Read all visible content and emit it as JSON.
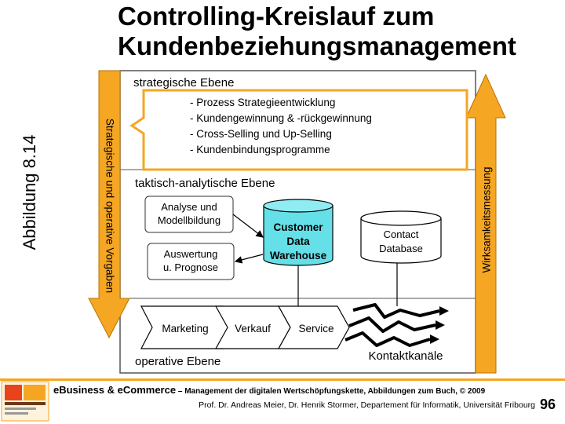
{
  "title": "Controlling-Kreislauf zum Kundenbeziehungsmanagement",
  "title_lines": [
    "Controlling-Kreislauf zum",
    "Kundenbeziehungsmanagement"
  ],
  "side_label": "Abbildung 8.14",
  "diagram": {
    "left_bar_label": "Strategische und operative Vorgaben",
    "right_bar_label": "Wirksamkeitsmessung",
    "levels": {
      "strategic": "strategische Ebene",
      "tactical": "taktisch-analytische Ebene",
      "operative": "operative Ebene"
    },
    "strategic_items": [
      "- Prozess Strategieentwicklung",
      "- Kundengewinnung & -rückgewinnung",
      "- Cross-Selling und Up-Selling",
      "- Kundenbindungsprogramme"
    ],
    "analysis_box": [
      "Analyse und",
      "Modellbildung"
    ],
    "evaluation_box": [
      "Auswertung",
      "u. Prognose"
    ],
    "warehouse": [
      "Customer",
      "Data",
      "Warehouse"
    ],
    "contact_db": [
      "Contact",
      "Database"
    ],
    "channels": [
      "Marketing",
      "Verkauf",
      "Service"
    ],
    "contact_channels_label": "Kontaktkanäle"
  },
  "colors": {
    "accent_orange": "#f5a623",
    "warehouse_cyan": "#66e0e8",
    "arrow_fill": "#ffffff"
  },
  "footer": {
    "line1_bold": "eBusiness & eCommerce",
    "line1_rest": " – Management der digitalen Wertschöpfungskette, Abbildungen zum Buch, © 2009",
    "line2": "Prof. Dr. Andreas Meier, Dr. Henrik Stormer, Departement für Informatik, Universität Fribourg",
    "page_number": "96"
  }
}
